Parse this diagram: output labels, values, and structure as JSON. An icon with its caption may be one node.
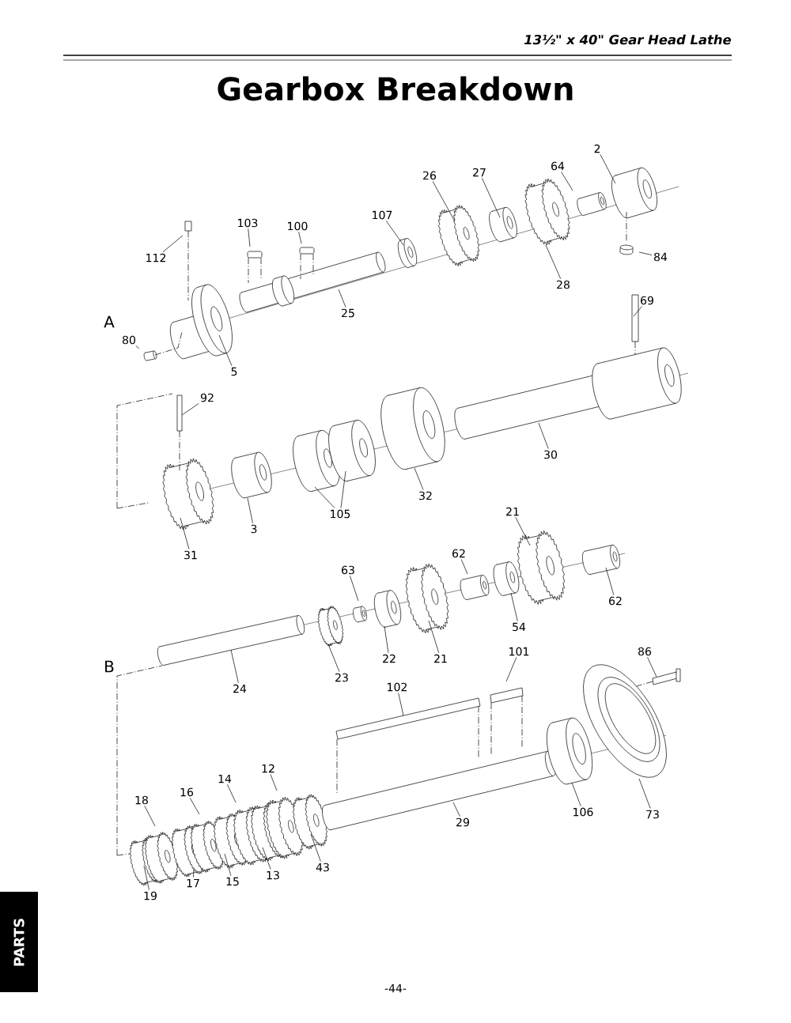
{
  "diagram": {
    "title": "Gearbox Breakdown",
    "nodes": [
      {
        "text": [
          "2"
        ]
      },
      {
        "text": [
          "64"
        ]
      },
      {
        "text": [
          "27"
        ]
      },
      {
        "text": [
          "26"
        ]
      },
      {
        "text": [
          "107"
        ]
      },
      {
        "text": [
          "103"
        ]
      },
      {
        "text": [
          "100"
        ]
      },
      {
        "text": [
          "112"
        ]
      },
      {
        "text": [
          "28"
        ]
      },
      {
        "text": [
          "84"
        ]
      },
      {
        "text": [
          "25"
        ]
      },
      {
        "text": [
          "80"
        ]
      },
      {
        "text": [
          "5"
        ]
      },
      {
        "text": [
          "69"
        ]
      },
      {
        "text": [
          "92"
        ]
      },
      {
        "text": [
          "30"
        ]
      },
      {
        "text": [
          "32"
        ]
      },
      {
        "text": [
          "105"
        ]
      },
      {
        "text": [
          "3"
        ]
      },
      {
        "text": [
          "31"
        ]
      },
      {
        "text": [
          "21"
        ]
      },
      {
        "text": [
          "62"
        ]
      },
      {
        "text": [
          "63"
        ]
      },
      {
        "text": [
          "62"
        ]
      },
      {
        "text": [
          "54"
        ]
      },
      {
        "text": [
          "22"
        ]
      },
      {
        "text": [
          "21"
        ]
      },
      {
        "text": [
          "101"
        ]
      },
      {
        "text": [
          "86"
        ]
      },
      {
        "text": [
          "23"
        ]
      },
      {
        "text": [
          "24"
        ]
      },
      {
        "text": [
          "102"
        ]
      },
      {
        "text": [
          "12"
        ]
      },
      {
        "text": [
          "14"
        ]
      },
      {
        "text": [
          "16"
        ]
      },
      {
        "text": [
          "18"
        ]
      },
      {
        "text": [
          "106"
        ]
      },
      {
        "text": [
          "73"
        ]
      },
      {
        "text": [
          "29"
        ]
      },
      {
        "text": [
          "43"
        ]
      },
      {
        "text": [
          "13"
        ]
      },
      {
        "text": [
          "15"
        ]
      },
      {
        "text": [
          "17"
        ]
      },
      {
        "text": [
          "19"
        ]
      }
    ],
    "edges": [
      {
        "from": 0,
        "to": null,
        "arrow": "none"
      },
      {
        "from": 1,
        "to": null,
        "arrow": "none"
      },
      {
        "from": 2,
        "to": null,
        "arrow": "none"
      },
      {
        "from": 3,
        "to": null,
        "arrow": "none"
      },
      {
        "from": 4,
        "to": null,
        "arrow": "none"
      },
      {
        "from": 5,
        "to": null,
        "arrow": "none"
      },
      {
        "from": 6,
        "to": null,
        "arrow": "none"
      },
      {
        "from": 7,
        "to": null,
        "arrow": "none"
      },
      {
        "from": 8,
        "to": null,
        "arrow": "none"
      },
      {
        "from": 9,
        "to": null,
        "arrow": "none"
      },
      {
        "from": 10,
        "to": null,
        "arrow": "none"
      },
      {
        "from": 11,
        "to": null,
        "arrow": "none"
      },
      {
        "from": 12,
        "to": null,
        "arrow": "none"
      },
      {
        "from": 13,
        "to": null,
        "arrow": "none"
      },
      {
        "from": 14,
        "to": null,
        "arrow": "none"
      },
      {
        "from": 15,
        "to": null,
        "arrow": "none"
      },
      {
        "from": 16,
        "to": null,
        "arrow": "none"
      },
      {
        "from": 17,
        "to": null,
        "arrow": "none"
      },
      {
        "from": 17,
        "to": null,
        "arrow": "none"
      },
      {
        "from": 18,
        "to": null,
        "arrow": "none"
      },
      {
        "from": 19,
        "to": null,
        "arrow": "none"
      },
      {
        "from": 20,
        "to": null,
        "arrow": "none"
      },
      {
        "from": 21,
        "to": null,
        "arrow": "none"
      },
      {
        "from": 22,
        "to": null,
        "arrow": "none"
      },
      {
        "from": 23,
        "to": null,
        "arrow": "none"
      },
      {
        "from": 24,
        "to": null,
        "arrow": "none"
      },
      {
        "from": 25,
        "to": null,
        "arrow": "none"
      },
      {
        "from": 26,
        "to": null,
        "arrow": "none"
      },
      {
        "from": 27,
        "to": null,
        "arrow": "none"
      },
      {
        "from": 28,
        "to": null,
        "arrow": "none"
      },
      {
        "from": 29,
        "to": null,
        "arrow": "none"
      },
      {
        "from": 30,
        "to": null,
        "arrow": "none"
      },
      {
        "from": 31,
        "to": null,
        "arrow": "none"
      },
      {
        "from": 32,
        "to": null,
        "arrow": "none"
      },
      {
        "from": 33,
        "to": null,
        "arrow": "none"
      },
      {
        "from": 34,
        "to": null,
        "arrow": "none"
      },
      {
        "from": 35,
        "to": null,
        "arrow": "none"
      },
      {
        "from": 36,
        "to": null,
        "arrow": "none"
      },
      {
        "from": 37,
        "to": null,
        "arrow": "none"
      },
      {
        "from": 38,
        "to": null,
        "arrow": "none"
      },
      {
        "from": 39,
        "to": null,
        "arrow": "none"
      },
      {
        "from": 40,
        "to": null,
        "arrow": "none"
      },
      {
        "from": 41,
        "to": null,
        "arrow": "none"
      },
      {
        "from": 42,
        "to": null,
        "arrow": "none"
      },
      {
        "from": 43,
        "to": null,
        "arrow": "none"
      }
    ],
    "labels": [
      "13½\" x 40\" Gear Head Lathe",
      "A",
      "B",
      "PARTS",
      "-44-"
    ]
  }
}
